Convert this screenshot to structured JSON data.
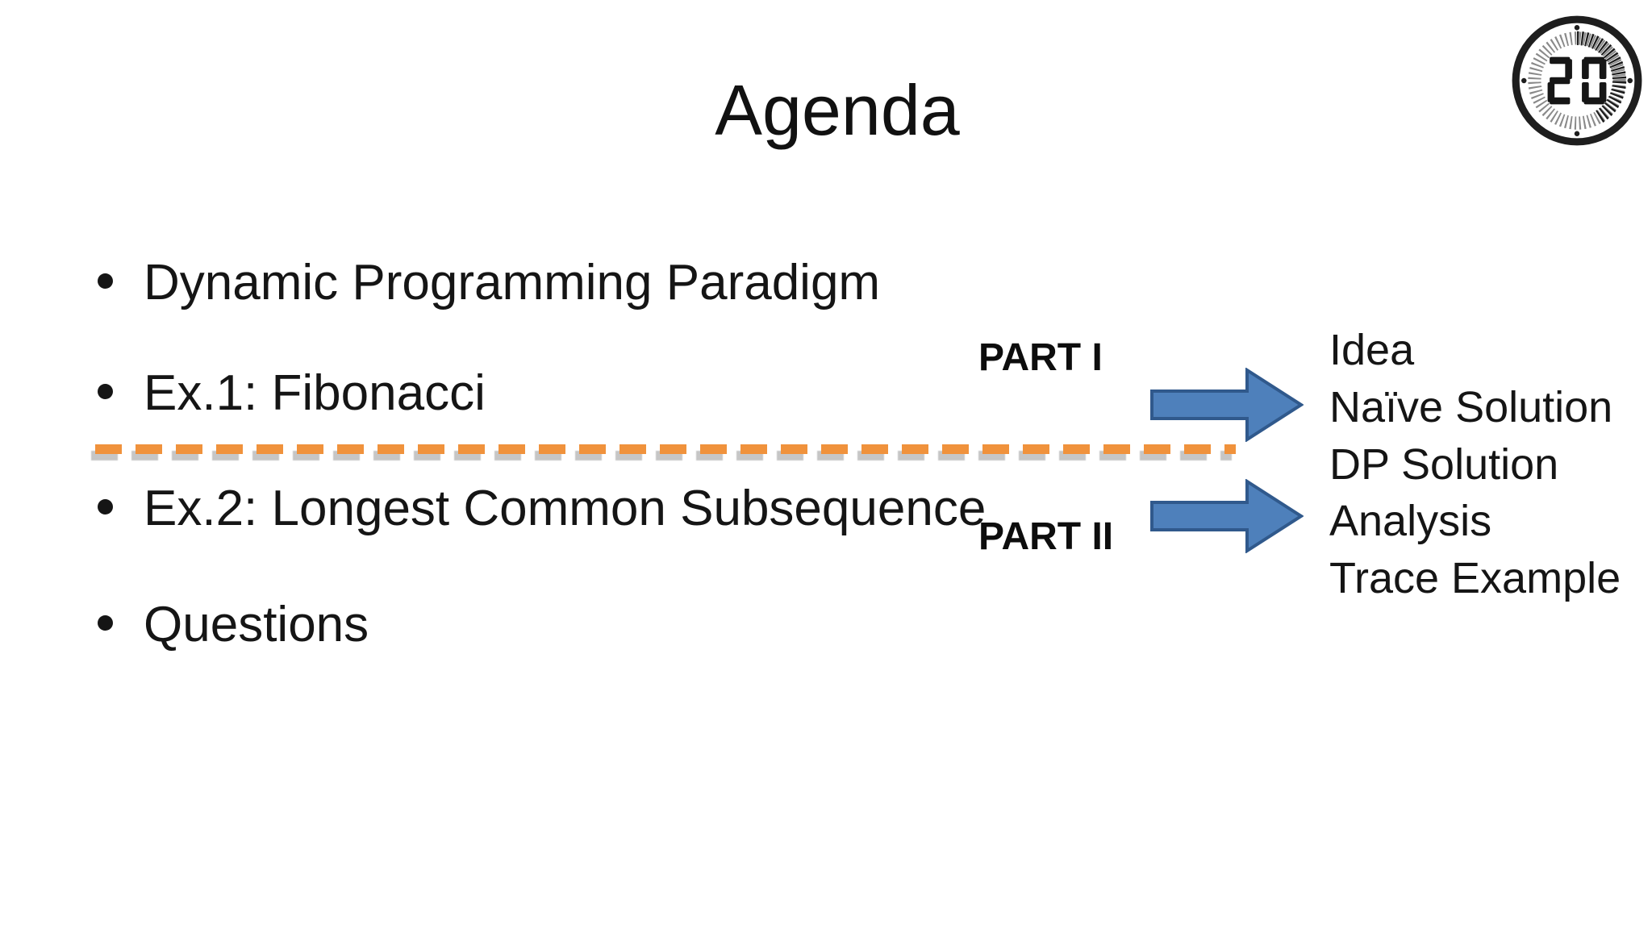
{
  "slide": {
    "title": "Agenda",
    "timer": {
      "value": "20",
      "icon": "stopwatch-timer-icon"
    },
    "bullets": [
      "Dynamic Programming Paradigm",
      "Ex.1: Fibonacci",
      "Ex.2: Longest Common Subsequence",
      "Questions"
    ],
    "parts": [
      {
        "label": "PART I"
      },
      {
        "label": "PART II"
      }
    ],
    "topics": [
      "Idea",
      "Naïve Solution",
      "DP Solution",
      "Analysis",
      "Trace Example"
    ],
    "colors": {
      "arrow_fill": "#4E80BB",
      "arrow_border": "#30598C",
      "divider_orange": "#F0923C",
      "divider_shadow": "#C6C6C6",
      "text": "#151515"
    }
  }
}
